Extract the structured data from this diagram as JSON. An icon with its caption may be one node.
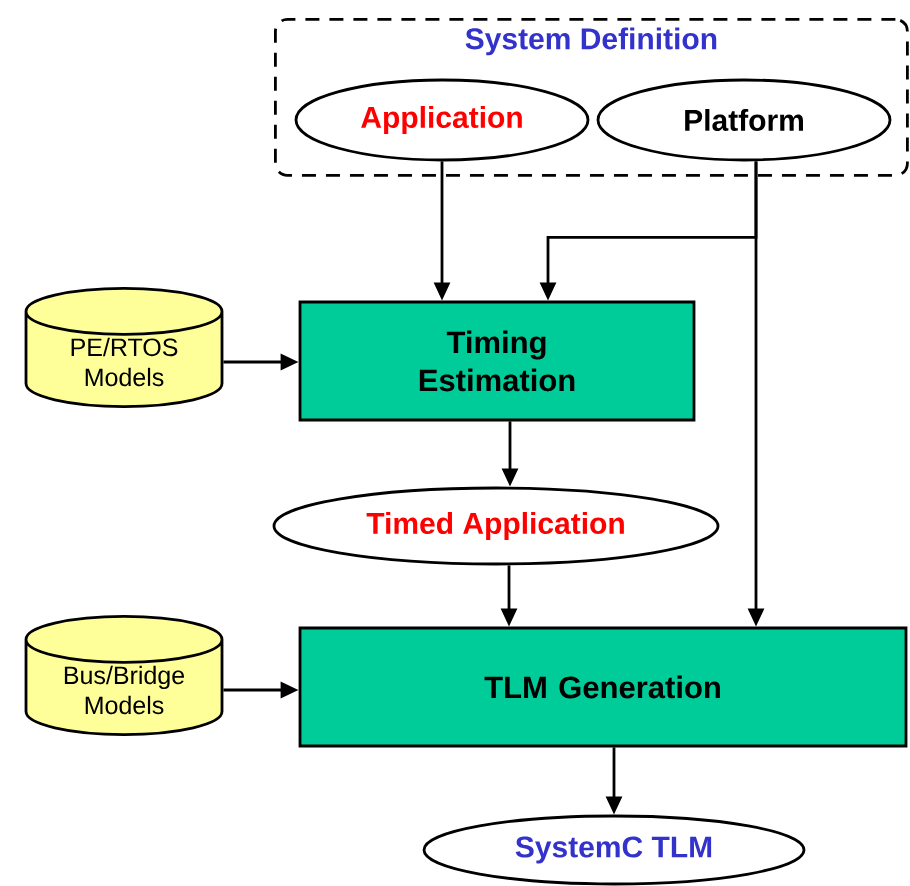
{
  "diagram": {
    "nodes": [
      {
        "text": [
          "System Definition"
        ]
      },
      {
        "text": [
          "Application"
        ],
        "in": 0
      },
      {
        "text": [
          "Platform"
        ],
        "in": 0
      },
      {
        "text": [
          "PE/RTOS Models"
        ]
      },
      {
        "text": [
          "Timing Estimation"
        ]
      },
      {
        "text": [
          "Timed Application"
        ]
      },
      {
        "text": [
          "Bus/Bridge Models"
        ]
      },
      {
        "text": [
          "TLM Generation"
        ]
      },
      {
        "text": [
          "SystemC TLM"
        ]
      }
    ],
    "edges": [
      {
        "from": 1,
        "to": 4,
        "arrow": "to"
      },
      {
        "from": 2,
        "to": 4,
        "arrow": "to"
      },
      {
        "from": 3,
        "to": 4,
        "arrow": "to"
      },
      {
        "from": 4,
        "to": 5,
        "arrow": "to"
      },
      {
        "from": 5,
        "to": 7,
        "arrow": "to"
      },
      {
        "from": 2,
        "to": 7,
        "arrow": "to"
      },
      {
        "from": 6,
        "to": 7,
        "arrow": "to"
      },
      {
        "from": 7,
        "to": 8,
        "arrow": "to"
      }
    ]
  }
}
